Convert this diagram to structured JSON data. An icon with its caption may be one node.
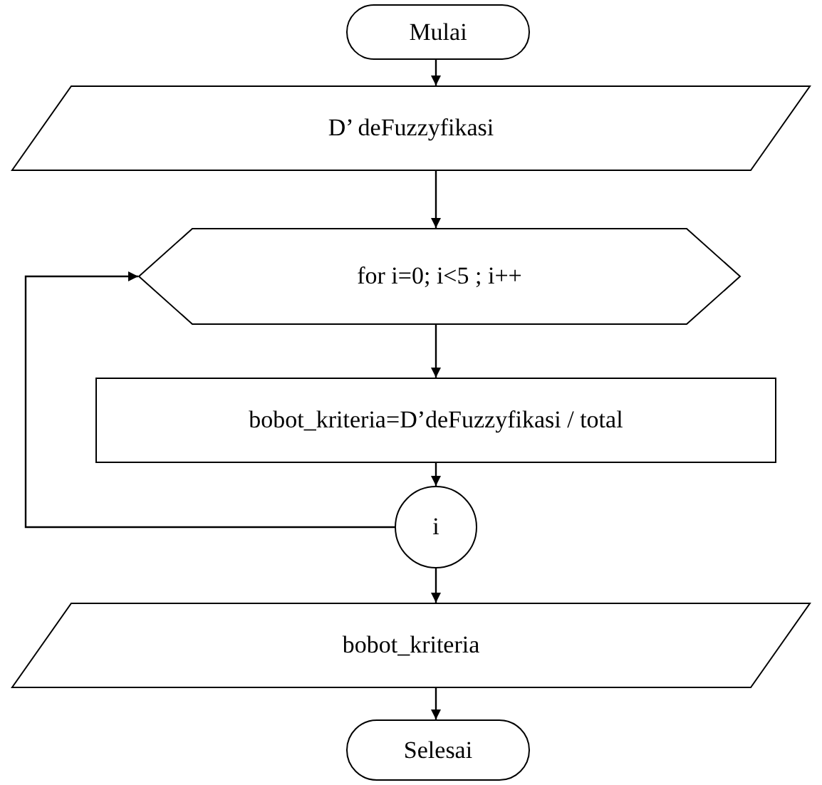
{
  "diagram": {
    "nodes": [
      {
        "text": [
          "Mulai"
        ]
      },
      {
        "text": [
          "D’ deFuzzyfikasi"
        ]
      },
      {
        "text": [
          "for i=0; i<5 ; i++"
        ]
      },
      {
        "text": [
          "bobot_kriteria=D’deFuzzyfikasi / total"
        ]
      },
      {
        "text": [
          "i"
        ]
      },
      {
        "text": [
          "bobot_kriteria"
        ]
      },
      {
        "text": [
          "Selesai"
        ]
      }
    ],
    "edges": [
      {
        "from": 0,
        "to": 1,
        "arrow": "to"
      },
      {
        "from": 1,
        "to": 2,
        "arrow": "to"
      },
      {
        "from": 2,
        "to": 3,
        "arrow": "to"
      },
      {
        "from": 3,
        "to": 4,
        "arrow": "to"
      },
      {
        "from": 4,
        "to": 2,
        "arrow": "to"
      },
      {
        "from": 4,
        "to": 5,
        "arrow": "to"
      },
      {
        "from": 5,
        "to": 6,
        "arrow": "to"
      }
    ]
  }
}
